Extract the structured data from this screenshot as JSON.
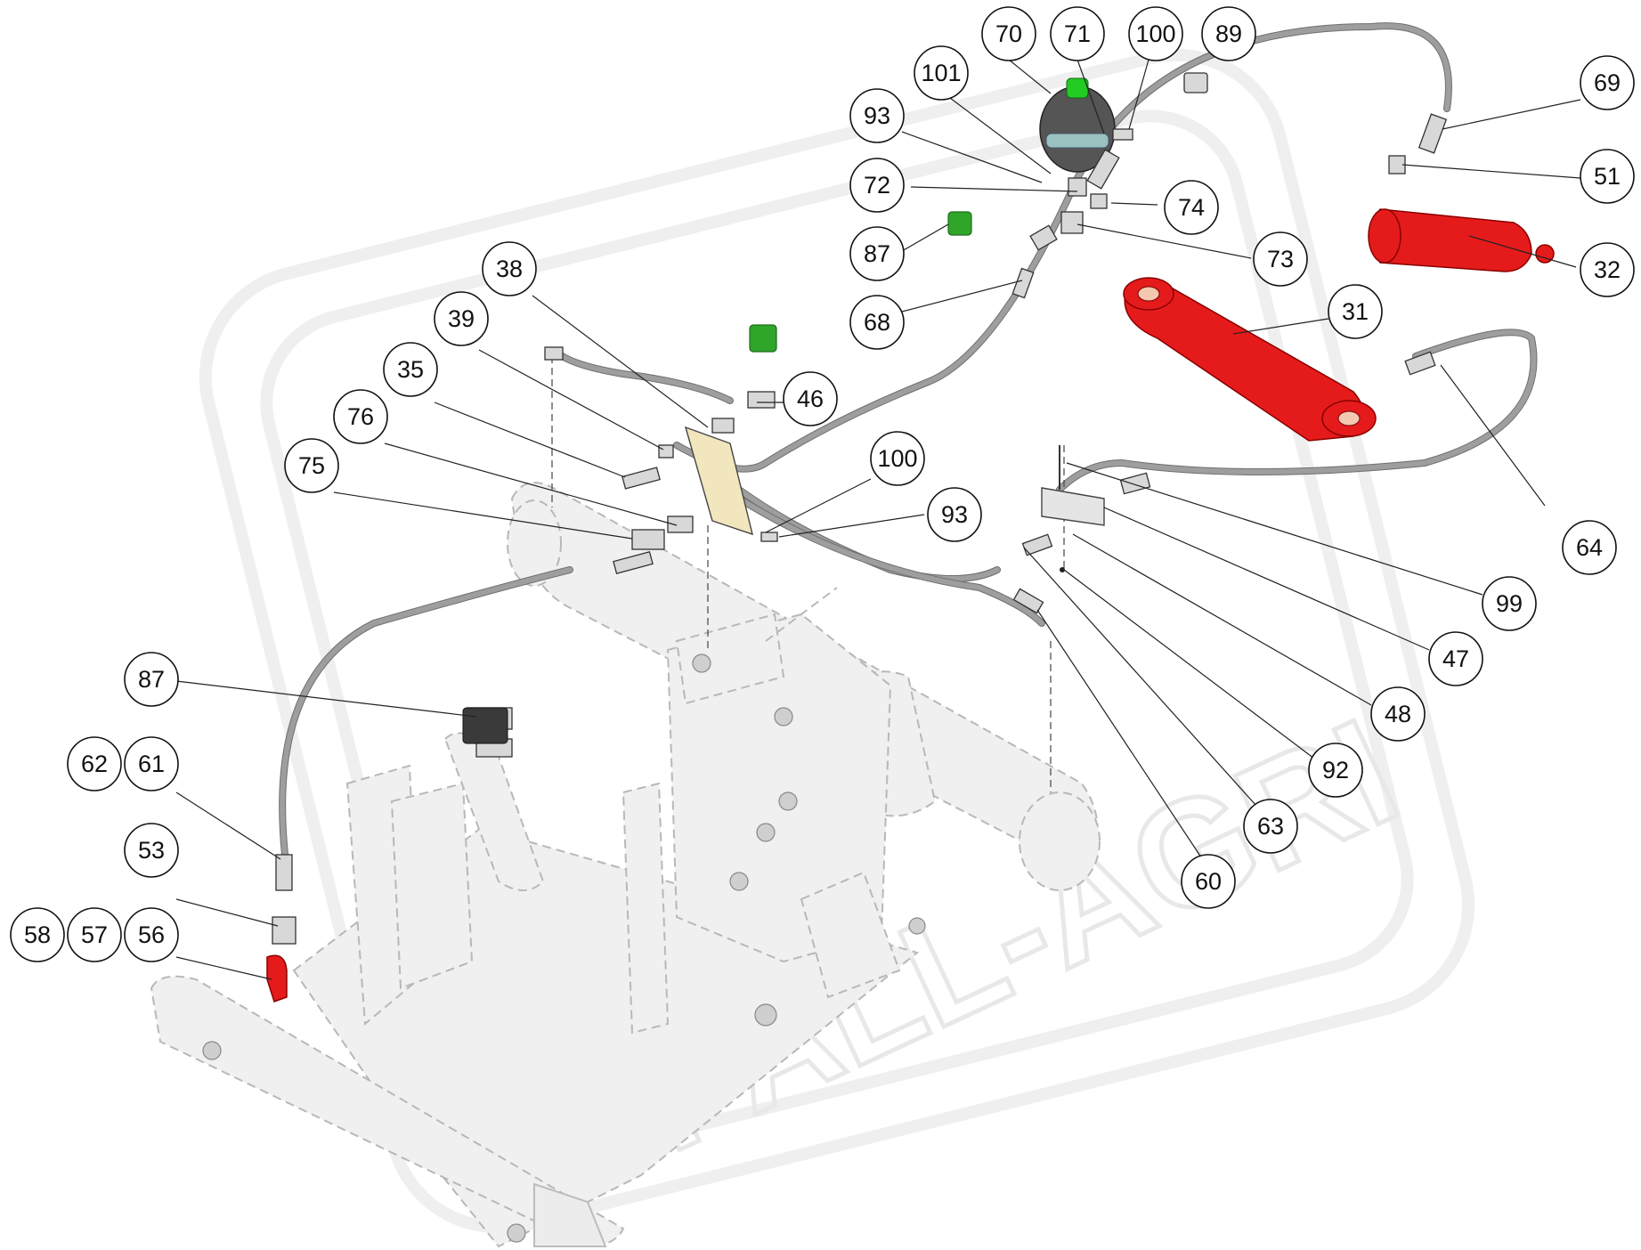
{
  "diagram": {
    "watermark_text": "UPALL-AGRI",
    "callouts": [
      {
        "id": "c70",
        "label": "70"
      },
      {
        "id": "c71",
        "label": "71"
      },
      {
        "id": "c100a",
        "label": "100"
      },
      {
        "id": "c89",
        "label": "89"
      },
      {
        "id": "c101",
        "label": "101"
      },
      {
        "id": "c93a",
        "label": "93"
      },
      {
        "id": "c72",
        "label": "72"
      },
      {
        "id": "c74",
        "label": "74"
      },
      {
        "id": "c87a",
        "label": "87"
      },
      {
        "id": "c73",
        "label": "73"
      },
      {
        "id": "c68",
        "label": "68"
      },
      {
        "id": "c69",
        "label": "69"
      },
      {
        "id": "c51",
        "label": "51"
      },
      {
        "id": "c32",
        "label": "32"
      },
      {
        "id": "c38",
        "label": "38"
      },
      {
        "id": "c39",
        "label": "39"
      },
      {
        "id": "c35",
        "label": "35"
      },
      {
        "id": "c76",
        "label": "76"
      },
      {
        "id": "c75",
        "label": "75"
      },
      {
        "id": "c46",
        "label": "46"
      },
      {
        "id": "c31",
        "label": "31"
      },
      {
        "id": "c64",
        "label": "64"
      },
      {
        "id": "c100b",
        "label": "100"
      },
      {
        "id": "c93b",
        "label": "93"
      },
      {
        "id": "c99",
        "label": "99"
      },
      {
        "id": "c47",
        "label": "47"
      },
      {
        "id": "c48",
        "label": "48"
      },
      {
        "id": "c92",
        "label": "92"
      },
      {
        "id": "c63",
        "label": "63"
      },
      {
        "id": "c60",
        "label": "60"
      },
      {
        "id": "c87b",
        "label": "87"
      },
      {
        "id": "c62",
        "label": "62"
      },
      {
        "id": "c61",
        "label": "61"
      },
      {
        "id": "c53",
        "label": "53"
      },
      {
        "id": "c58",
        "label": "58"
      },
      {
        "id": "c57",
        "label": "57"
      },
      {
        "id": "c56",
        "label": "56"
      }
    ]
  }
}
